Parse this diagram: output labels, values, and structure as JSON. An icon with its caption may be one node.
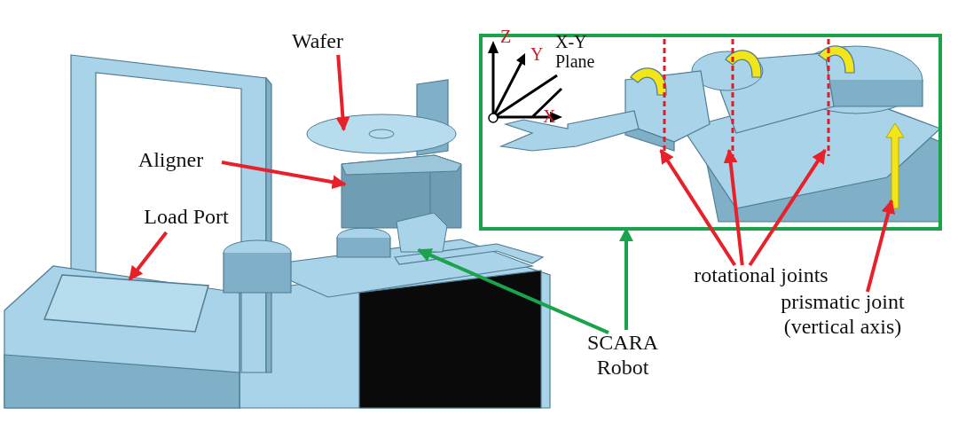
{
  "diagram": {
    "nodes": [
      {
        "text": [
          "Wafer"
        ]
      },
      {
        "text": [],
        "shape": "picture"
      },
      {
        "text": [
          "Aligner"
        ]
      },
      {
        "text": [],
        "shape": "picture"
      },
      {
        "text": [
          "Load Port"
        ]
      },
      {
        "text": [],
        "shape": "picture"
      },
      {
        "text": [
          "SCARA Robot"
        ]
      },
      {
        "text": [],
        "shape": "picture"
      },
      {
        "text": [],
        "shape": "box"
      },
      {
        "text": [
          "rotational joints"
        ]
      },
      {
        "text": [],
        "shape": "line",
        "in": 8
      },
      {
        "text": [],
        "shape": "line",
        "in": 8
      },
      {
        "text": [],
        "shape": "line",
        "in": 8
      },
      {
        "text": [
          "prismatic joint (vertical axis)"
        ]
      },
      {
        "text": [],
        "shape": "arrow",
        "in": 8
      }
    ],
    "edges": [
      {
        "from": 0,
        "to": 1,
        "arrow": "to"
      },
      {
        "from": 2,
        "to": 3,
        "arrow": "to"
      },
      {
        "from": 4,
        "to": 5,
        "arrow": "to"
      },
      {
        "from": 6,
        "to": 7,
        "arrow": "to",
        "color": "#1aa34a"
      },
      {
        "from": 6,
        "to": 8,
        "arrow": "to",
        "color": "#1aa34a"
      },
      {
        "from": 9,
        "to": 10,
        "arrow": "to"
      },
      {
        "from": 9,
        "to": 11,
        "arrow": "to"
      },
      {
        "from": 9,
        "to": 12,
        "arrow": "to"
      },
      {
        "from": 13,
        "to": 14,
        "arrow": "to"
      }
    ],
    "labels": [
      "Z",
      "Y",
      "X-Y Plane",
      "X"
    ]
  }
}
